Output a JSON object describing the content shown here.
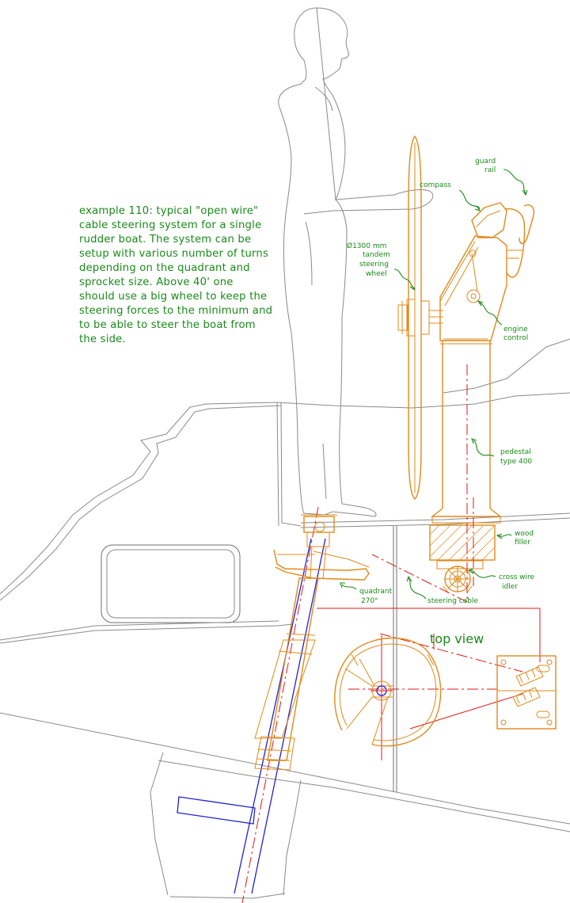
{
  "description_lines": [
    "example 110: typical \"open wire\"",
    "cable steering system for a single",
    "rudder boat. The system can be",
    "setup with various number of turns",
    "depending on the quadrant and",
    "sprocket size. Above 40' one",
    "should use a big wheel to keep the",
    "steering forces to the minimum and",
    "to be able to steer the boat from",
    "the side."
  ],
  "labels": {
    "compass": "compass",
    "guard_rail_1": "guard",
    "guard_rail_2": "rail",
    "wheel_1": "Ø1300 mm",
    "wheel_2": "tandem",
    "wheel_3": "steering",
    "wheel_4": "wheel",
    "engine_1": "engine",
    "engine_2": "control",
    "pedestal_1": "pedestal",
    "pedestal_2": "type 400",
    "wood_1": "wood",
    "wood_2": "filler",
    "idler_1": "cross wire",
    "idler_2": "idler",
    "quadrant_1": "quadrant",
    "quadrant_2": "270°",
    "steering_cable": "steering cable",
    "top_view": "top view"
  },
  "colors": {
    "outline": "#8a8a8a",
    "hardware": "#e08a1a",
    "cable_centerline": "#e01818",
    "rudder_stock": "#2222cc",
    "annotation": "#1a8a1a"
  }
}
